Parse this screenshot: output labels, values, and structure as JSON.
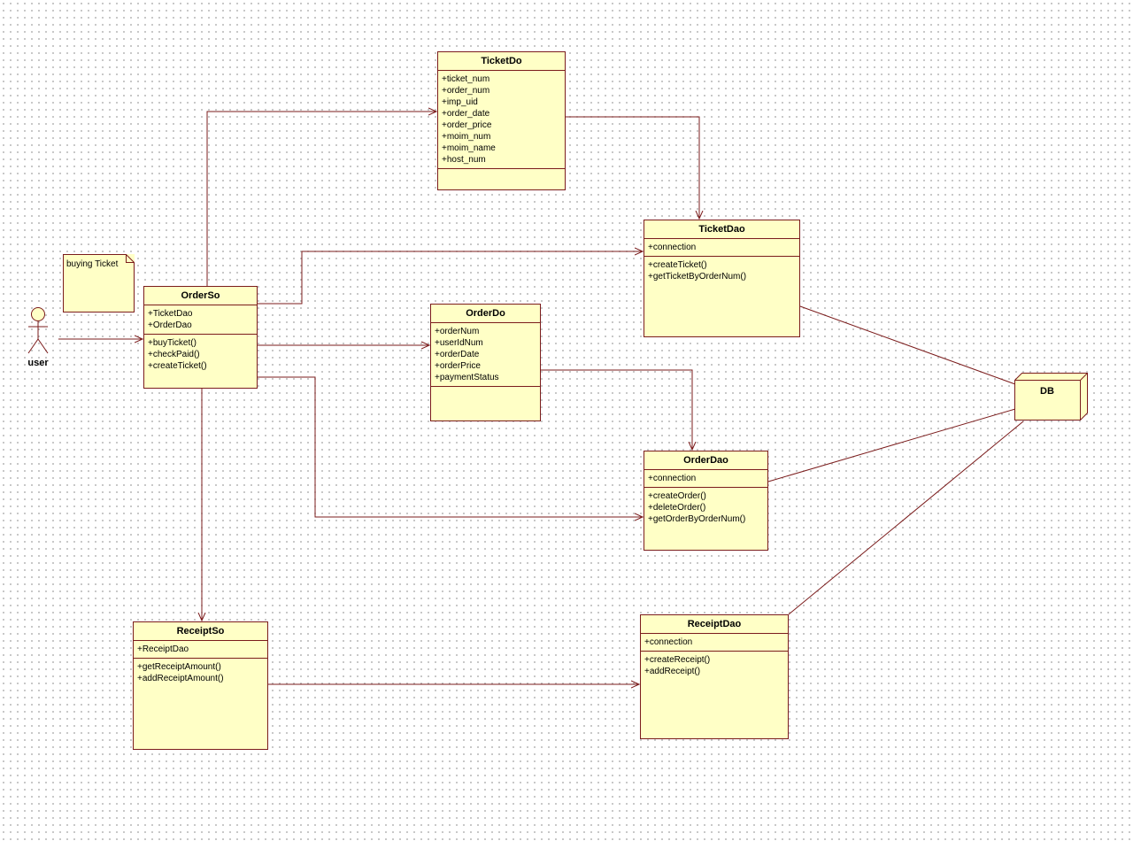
{
  "colors": {
    "border": "#7b1c1c",
    "fill": "#ffffc6",
    "edge": "#7b1c1c"
  },
  "actor": {
    "label": "user"
  },
  "note": {
    "text": "buying Ticket"
  },
  "node": {
    "label": "DB"
  },
  "classes": {
    "ticket_do": {
      "name": "TicketDo",
      "attributes": [
        "+ticket_num",
        "+order_num",
        "+imp_uid",
        "+order_date",
        "+order_price",
        "+moim_num",
        "+moim_name",
        "+host_num"
      ],
      "operations": []
    },
    "ticket_dao": {
      "name": "TicketDao",
      "attributes": [
        "+connection"
      ],
      "operations": [
        "+createTicket()",
        "+getTicketByOrderNum()"
      ]
    },
    "order_so": {
      "name": "OrderSo",
      "attributes": [
        "+TicketDao",
        "+OrderDao"
      ],
      "operations": [
        "+buyTicket()",
        "+checkPaid()",
        "+createTicket()"
      ]
    },
    "order_do": {
      "name": "OrderDo",
      "attributes": [
        "+orderNum",
        "+userIdNum",
        "+orderDate",
        "+orderPrice",
        "+paymentStatus"
      ],
      "operations": []
    },
    "order_dao": {
      "name": "OrderDao",
      "attributes": [
        "+connection"
      ],
      "operations": [
        "+createOrder()",
        "+deleteOrder()",
        "+getOrderByOrderNum()"
      ]
    },
    "receipt_so": {
      "name": "ReceiptSo",
      "attributes": [
        "+ReceiptDao"
      ],
      "operations": [
        "+getReceiptAmount()",
        "+addReceiptAmount()"
      ]
    },
    "receipt_dao": {
      "name": "ReceiptDao",
      "attributes": [
        "+connection"
      ],
      "operations": [
        "+createReceipt()",
        "+addReceipt()"
      ]
    }
  }
}
